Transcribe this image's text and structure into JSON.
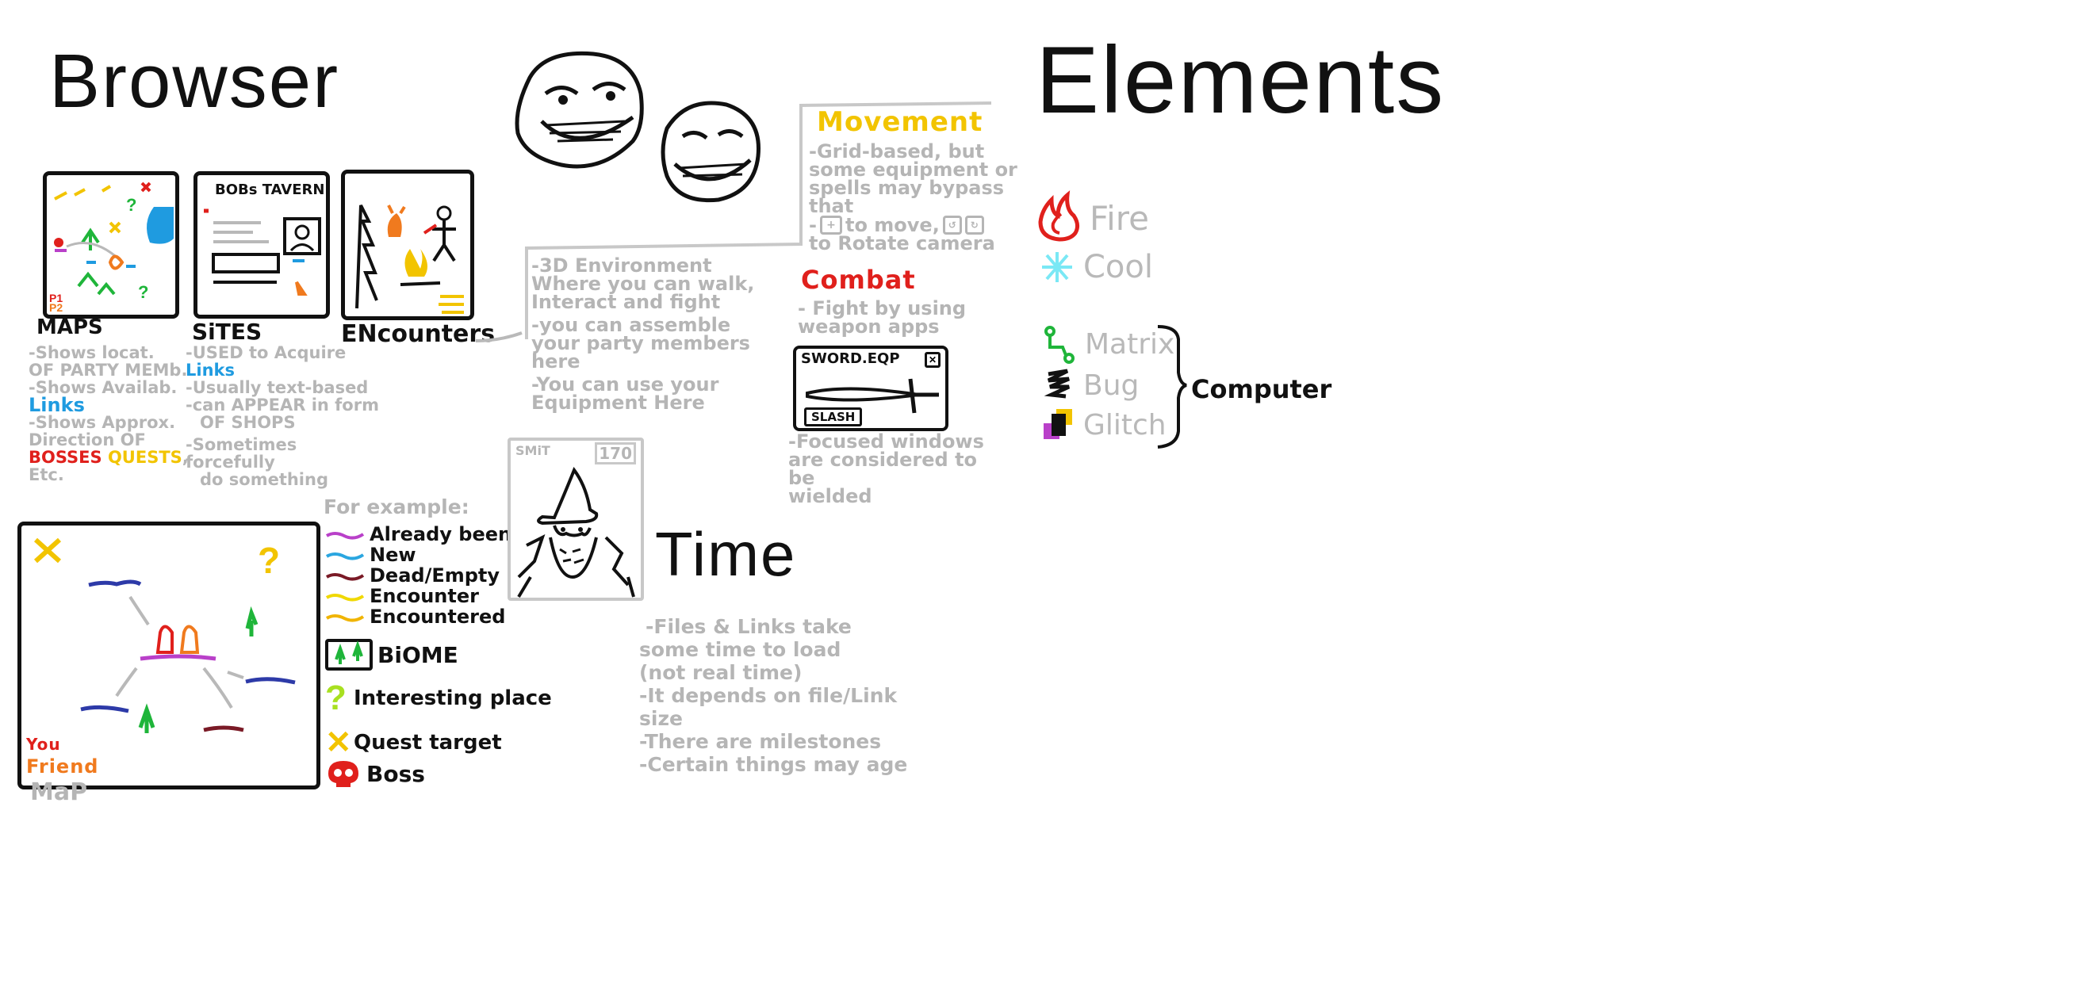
{
  "browser": {
    "title": "Browser",
    "panels": {
      "maps_label": "MAPS",
      "sites_label": "SiTES",
      "encounters_label": "ENcounters",
      "sites_header": "BOBs TAVERN"
    },
    "maps_notes": {
      "line1": "-Shows locat.",
      "line2": "OF PARTY MEMb.",
      "line3": "-Shows Availab.",
      "links": "Links",
      "line4": "-Shows Approx.",
      "line5": "Direction OF",
      "bosses": "BOSSES",
      "quests": "QUESTS",
      "etc": ", Etc."
    },
    "sites_notes": {
      "line1": "-USED to Acquire",
      "links": "Links",
      "line2": "-Usually text-based",
      "line3": "-can APPEAR in form",
      "line4": "OF SHOPS",
      "line5": "-Sometimes forcefully",
      "line6": "do something"
    }
  },
  "encounters_notes": {
    "line1": "-3D Environment",
    "line2": "Where you can walk,",
    "line3": "Interact and fight",
    "line4": "-you can assemble",
    "line5": "your party members",
    "line6": "here",
    "line7": "-You can use your",
    "line8": "Equipment Here"
  },
  "movement": {
    "title": "Movement",
    "line1": "-Grid-based, but",
    "line2": "some equipment or",
    "line3": "spells may bypass",
    "line4": "that",
    "line5": "to move,",
    "line6": "to Rotate camera"
  },
  "combat": {
    "title": "Combat",
    "line1": "- Fight by using",
    "line2": "weapon apps"
  },
  "sword_window": {
    "title": "SWORD.EQP",
    "button": "SLASH",
    "note1": "-Focused windows",
    "note2": "are considered to be",
    "note3": "wielded"
  },
  "map_legend": {
    "map_label": "MaP",
    "you": "You",
    "friend": "Friend",
    "for_example": "For example:",
    "lines": [
      {
        "label": "Already been",
        "color": "#b940c9"
      },
      {
        "label": "New",
        "color": "#2aa6e0"
      },
      {
        "label": "Dead/Empty",
        "color": "#7a1a26"
      },
      {
        "label": "Encounter",
        "color": "#f0d800"
      },
      {
        "label": "Encountered",
        "color": "#f0b400"
      }
    ],
    "biome": "BiOME",
    "interesting": "Interesting place",
    "quest_target": "Quest target",
    "boss": "Boss"
  },
  "wizard_card": {
    "header_left": "SMiT",
    "header_right": "170"
  },
  "time": {
    "title": "Time",
    "line1": "-Files & Links take",
    "line2": "some time to load",
    "line3": "(not real time)",
    "line4": "-It depends on file/Link",
    "line5": "size",
    "line6": "-There are milestones",
    "line7": "-Certain things may age"
  },
  "elements": {
    "title": "Elements",
    "fire": "Fire",
    "cool": "Cool",
    "matrix": "Matrix",
    "bug": "Bug",
    "glitch": "Glitch",
    "computer": "Computer"
  },
  "colors": {
    "red": "#e0201c",
    "orange": "#f07a1e",
    "yellow": "#f2c400",
    "green": "#1fb53a",
    "blue": "#1f9be0",
    "cyan": "#7ae8f5",
    "gray": "#b9b9b9",
    "purple": "#b940c9"
  }
}
